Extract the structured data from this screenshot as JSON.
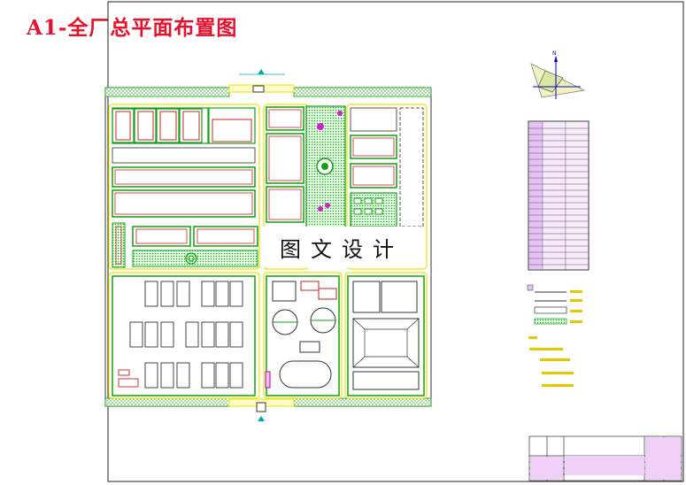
{
  "drawing": {
    "title": "A1-全厂总平面布置图",
    "watermark": "图文设计",
    "north_label": "N"
  },
  "colors": {
    "building": "#cc2020",
    "green": "#10a010",
    "road": "#e6e600",
    "label": "#00cccc",
    "legend_text": "#e6c800"
  }
}
